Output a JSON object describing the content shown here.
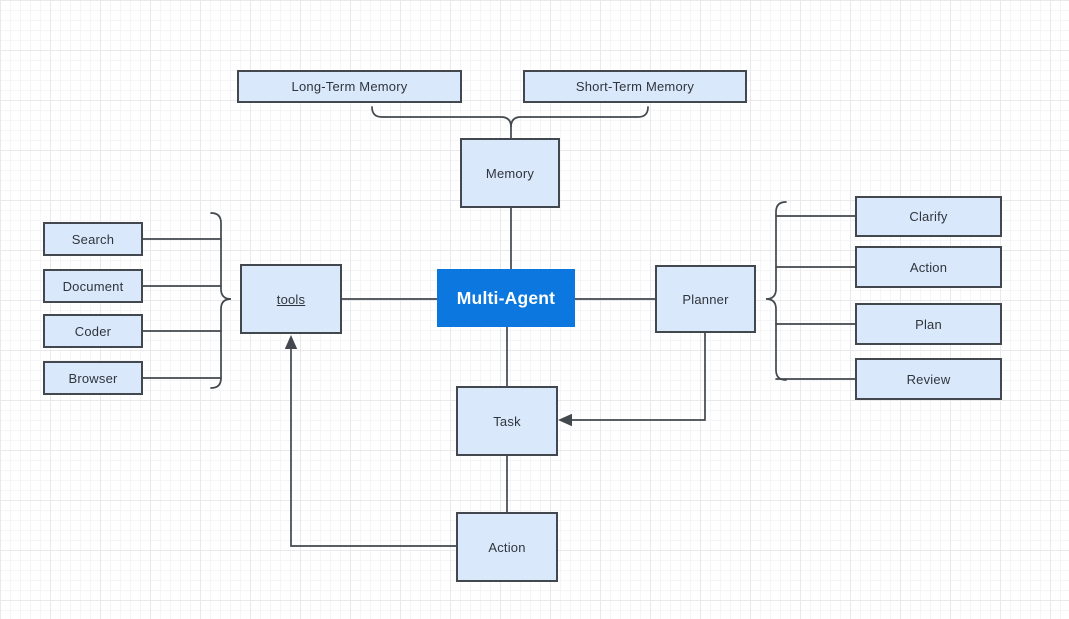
{
  "diagram": {
    "title": "Multi-Agent",
    "colors": {
      "accent_fill": "#0d77e0",
      "node_fill": "#dae8fc",
      "node_border": "#42484e",
      "connector": "#42484e",
      "text": "#2f353b",
      "grid_minor": "#f5f5f7",
      "grid_major": "#e9e9ec"
    },
    "nodes": {
      "long_term_memory": {
        "label": "Long-Term Memory"
      },
      "short_term_memory": {
        "label": "Short-Term Memory"
      },
      "memory": {
        "label": "Memory"
      },
      "multi_agent": {
        "label": "Multi-Agent"
      },
      "tools": {
        "label": "tools"
      },
      "planner": {
        "label": "Planner"
      },
      "search": {
        "label": "Search"
      },
      "document": {
        "label": "Document"
      },
      "coder": {
        "label": "Coder"
      },
      "browser": {
        "label": "Browser"
      },
      "clarify": {
        "label": "Clarify"
      },
      "planner_action": {
        "label": "Action"
      },
      "plan": {
        "label": "Plan"
      },
      "review": {
        "label": "Review"
      },
      "task": {
        "label": "Task"
      },
      "action": {
        "label": "Action"
      }
    },
    "edges": [
      {
        "from": "long_term_memory",
        "to": "memory",
        "type": "brace"
      },
      {
        "from": "short_term_memory",
        "to": "memory",
        "type": "brace"
      },
      {
        "from": "memory",
        "to": "multi_agent",
        "type": "line"
      },
      {
        "from": "search",
        "to": "tools",
        "type": "brace"
      },
      {
        "from": "document",
        "to": "tools",
        "type": "brace"
      },
      {
        "from": "coder",
        "to": "tools",
        "type": "brace"
      },
      {
        "from": "browser",
        "to": "tools",
        "type": "brace"
      },
      {
        "from": "tools",
        "to": "multi_agent",
        "type": "line"
      },
      {
        "from": "multi_agent",
        "to": "planner",
        "type": "line"
      },
      {
        "from": "planner",
        "to": "clarify",
        "type": "brace"
      },
      {
        "from": "planner",
        "to": "planner_action",
        "type": "brace"
      },
      {
        "from": "planner",
        "to": "plan",
        "type": "brace"
      },
      {
        "from": "planner",
        "to": "review",
        "type": "brace"
      },
      {
        "from": "multi_agent",
        "to": "task",
        "type": "line"
      },
      {
        "from": "planner",
        "to": "task",
        "type": "arrow"
      },
      {
        "from": "task",
        "to": "action",
        "type": "line"
      },
      {
        "from": "action",
        "to": "tools",
        "type": "arrow"
      }
    ]
  }
}
